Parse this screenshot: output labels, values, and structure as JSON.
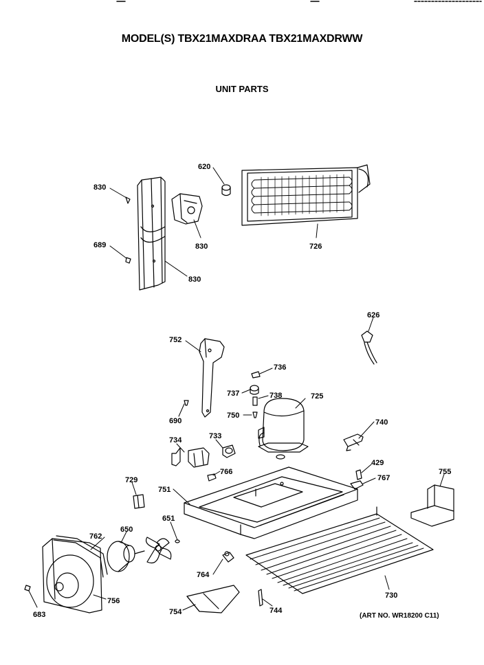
{
  "title": "MODEL(S) TBX21MAXDRAA  TBX21MAXDRWW",
  "section": "UNIT PARTS",
  "art_number": "(ART NO. WR18200 C11)",
  "parts": [
    {
      "id": "830a",
      "label": "830"
    },
    {
      "id": "620",
      "label": "620"
    },
    {
      "id": "830b",
      "label": "830"
    },
    {
      "id": "689",
      "label": "689"
    },
    {
      "id": "830c",
      "label": "830"
    },
    {
      "id": "726",
      "label": "726"
    },
    {
      "id": "626",
      "label": "626"
    },
    {
      "id": "752",
      "label": "752"
    },
    {
      "id": "736",
      "label": "736"
    },
    {
      "id": "737",
      "label": "737"
    },
    {
      "id": "738",
      "label": "738"
    },
    {
      "id": "725",
      "label": "725"
    },
    {
      "id": "690",
      "label": "690"
    },
    {
      "id": "750",
      "label": "750"
    },
    {
      "id": "740",
      "label": "740"
    },
    {
      "id": "734",
      "label": "734"
    },
    {
      "id": "733",
      "label": "733"
    },
    {
      "id": "429",
      "label": "429"
    },
    {
      "id": "766",
      "label": "766"
    },
    {
      "id": "767",
      "label": "767"
    },
    {
      "id": "755",
      "label": "755"
    },
    {
      "id": "729",
      "label": "729"
    },
    {
      "id": "751",
      "label": "751"
    },
    {
      "id": "651",
      "label": "651"
    },
    {
      "id": "762",
      "label": "762"
    },
    {
      "id": "650",
      "label": "650"
    },
    {
      "id": "764",
      "label": "764"
    },
    {
      "id": "730",
      "label": "730"
    },
    {
      "id": "756",
      "label": "756"
    },
    {
      "id": "683",
      "label": "683"
    },
    {
      "id": "754",
      "label": "754"
    },
    {
      "id": "744",
      "label": "744"
    }
  ]
}
